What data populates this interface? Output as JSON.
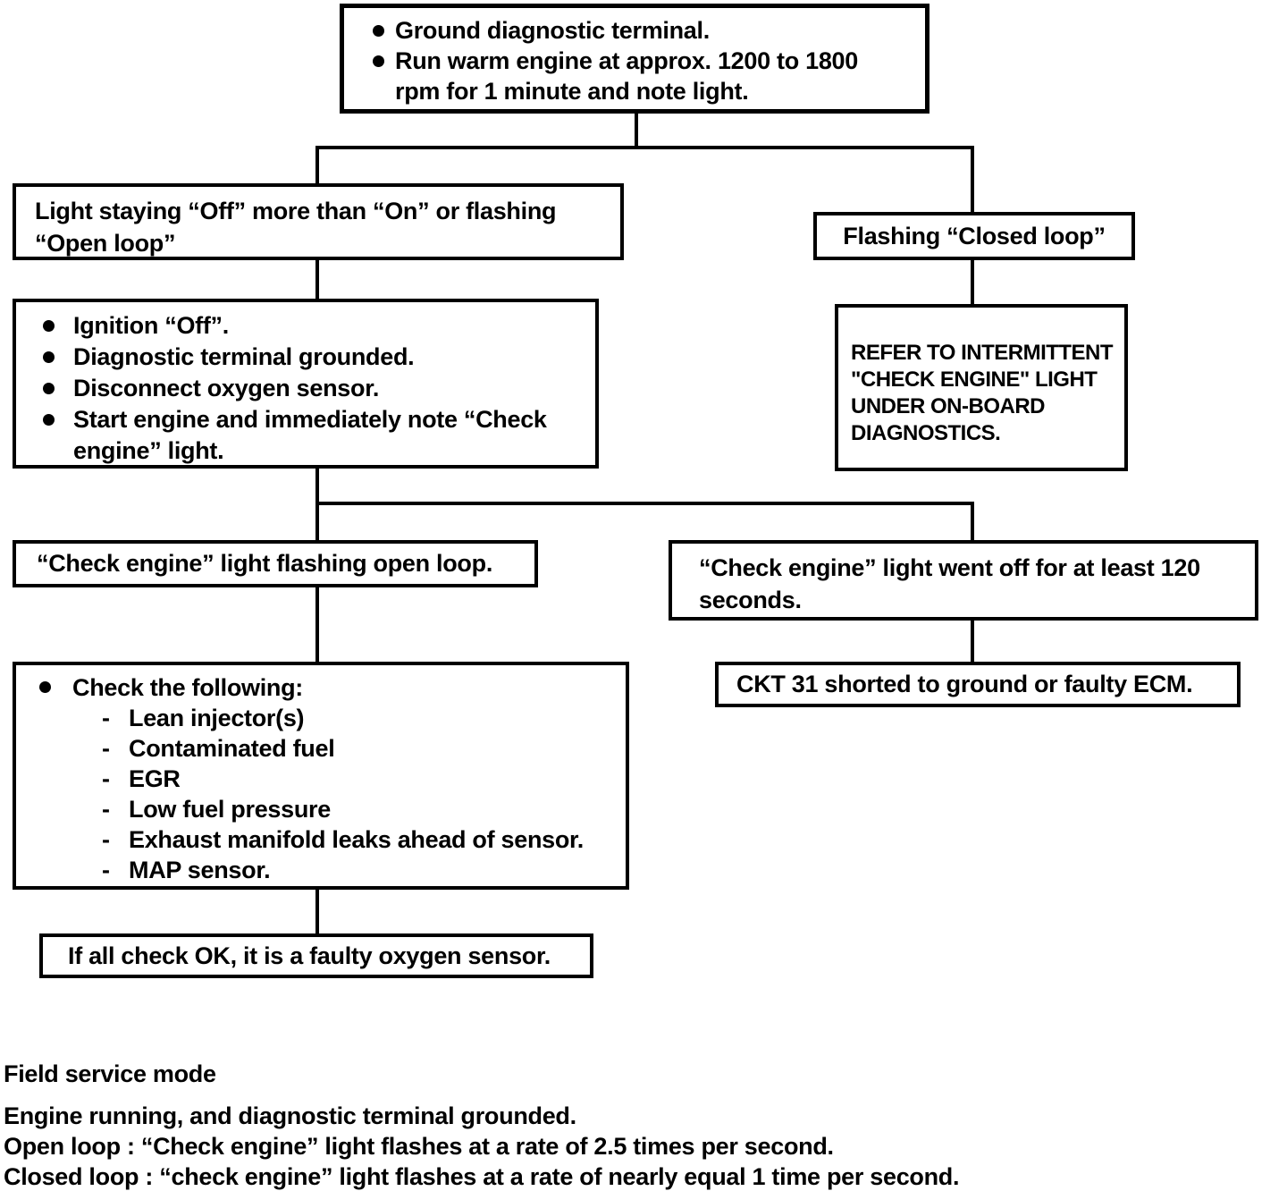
{
  "page": {
    "background": "#ffffff",
    "ink": "#000000"
  },
  "glyphs": {
    "bullet": "●",
    "dash": "-"
  },
  "flowchart": {
    "ground_box": {
      "items": [
        {
          "lines": [
            "Ground diagnostic terminal."
          ]
        },
        {
          "lines": [
            "Run warm engine at approx. 1200 to 1800",
            "rpm for 1 minute and note light."
          ]
        }
      ]
    },
    "open_loop_branch_box": {
      "lines": [
        "Light staying “Off” more than “On” or flashing",
        "“Open loop”"
      ]
    },
    "closed_loop_branch_box": {
      "lines": [
        "Flashing “Closed loop”"
      ]
    },
    "steps_box": {
      "items": [
        {
          "lines": [
            "Ignition “Off”."
          ]
        },
        {
          "lines": [
            "Diagnostic terminal grounded."
          ]
        },
        {
          "lines": [
            "Disconnect oxygen sensor."
          ]
        },
        {
          "lines": [
            "Start engine and immediately note “Check",
            "engine” light."
          ]
        }
      ]
    },
    "refer_box": {
      "lines": [
        "REFER TO INTERMITTENT",
        "\"CHECK ENGINE\" LIGHT",
        "UNDER ON-BOARD",
        "DIAGNOSTICS."
      ]
    },
    "flashing_open_loop_box": {
      "lines": [
        "“Check engine” light flashing open loop."
      ]
    },
    "went_off_box": {
      "lines": [
        "“Check engine” light went off for at least 120",
        "seconds."
      ]
    },
    "check_following_box": {
      "heading": "Check the following:",
      "items": [
        "Lean injector(s)",
        "Contaminated fuel",
        "EGR",
        "Low fuel pressure",
        "Exhaust manifold leaks ahead of sensor.",
        "MAP sensor."
      ]
    },
    "ckt_box": {
      "lines": [
        "CKT 31 shorted to ground or faulty ECM."
      ]
    },
    "faulty_sensor_box": {
      "lines": [
        "If all check OK, it is a faulty oxygen sensor."
      ]
    }
  },
  "footer": {
    "title": "Field service mode",
    "lines": [
      "Engine running, and diagnostic terminal grounded.",
      "Open loop : “Check engine” light flashes at a rate of 2.5 times per second.",
      "Closed loop : “check engine” light flashes at a rate of nearly equal 1 time per second."
    ]
  }
}
